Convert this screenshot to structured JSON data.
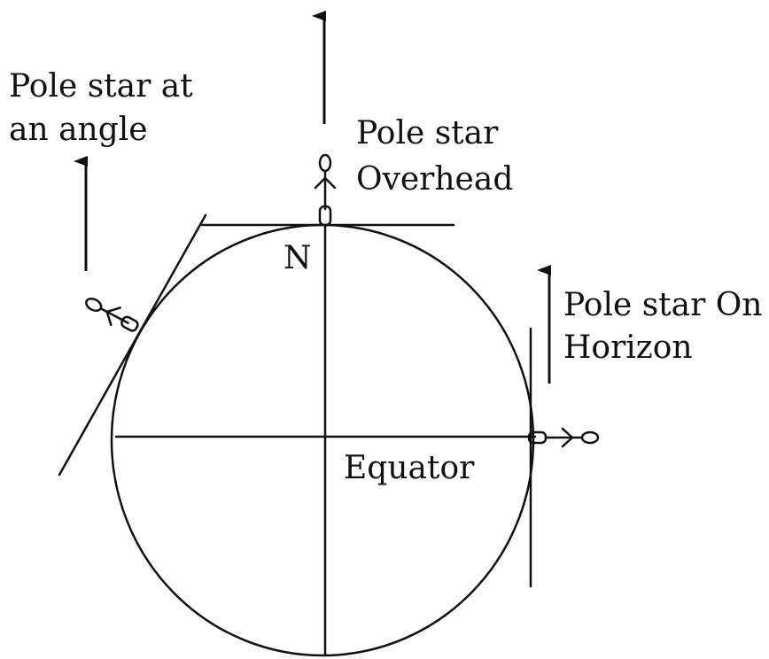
{
  "labels": {
    "pole_star_angle_line1": "Pole star at",
    "pole_star_angle_line2": "an angle",
    "pole_star_overhead_line1": "Pole star",
    "pole_star_overhead_line2": "Overhead",
    "pole_star_horizon_line1": "Pole star On",
    "pole_star_horizon_line2": "Horizon",
    "north": "N",
    "equator": "Equator"
  },
  "colors": {
    "ink": "#111111",
    "background": "#ffffff"
  }
}
